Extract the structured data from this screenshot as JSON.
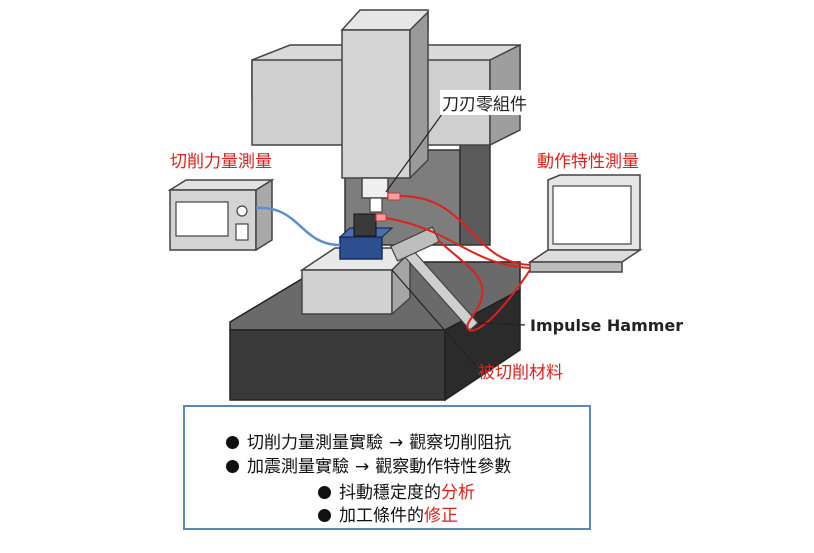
{
  "labels": {
    "tool_assembly": "刀刃零組件",
    "cutting_force": "切削力量測量",
    "dynamic_char": "動作特性測量",
    "impulse_hammer": "Impulse Hammer",
    "workpiece": "被切削材料"
  },
  "summary": {
    "line1": {
      "left": "切削力量測量實驗",
      "arrow": "→",
      "right": "觀察切削阻抗"
    },
    "line2": {
      "left": "加震測量實驗",
      "arrow": "→",
      "right": "觀察動作特性參數"
    },
    "line3": {
      "black": "抖動穩定度的",
      "red": "分析"
    },
    "line4": {
      "black": "加工條件的",
      "red": "修正"
    }
  },
  "colors": {
    "red_accent": "#e0201b",
    "box_border": "#5a86b8",
    "arrow_fill": "#3f6fa8",
    "machine_light": "#d9d9d9",
    "machine_dark": "#3a3a3a",
    "workholder_blue": "#2e4f8f"
  }
}
